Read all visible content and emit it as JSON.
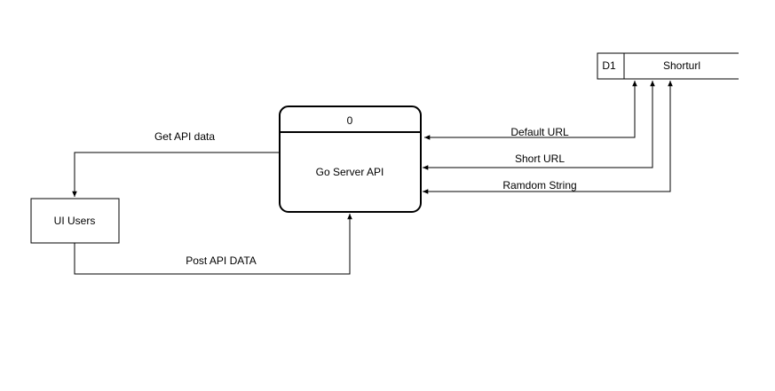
{
  "diagram": {
    "process": {
      "number": "0",
      "name": "Go Server API"
    },
    "external_entity": {
      "name": "UI Users"
    },
    "data_store": {
      "id": "D1",
      "name": "Shorturl"
    },
    "flows": {
      "get_api_data": "Get API data",
      "post_api_data": "Post API DATA",
      "default_url": "Default URL",
      "short_url": "Short URL",
      "random_string": "Ramdom String"
    }
  },
  "colors": {
    "stroke": "#000000",
    "background": "#ffffff",
    "text": "#000000"
  }
}
